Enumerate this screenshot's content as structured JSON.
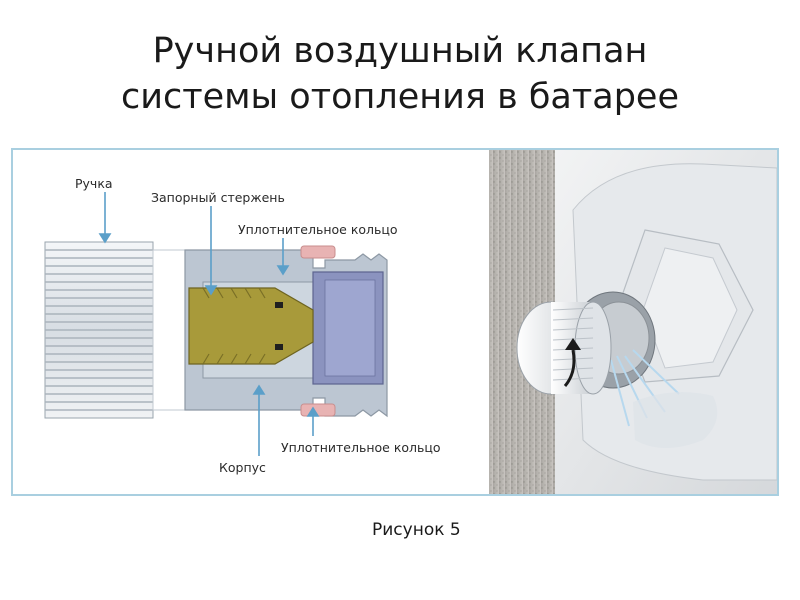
{
  "title": {
    "line1": "Ручной воздушный клапан",
    "line2": "системы отопления в батарее"
  },
  "diagram": {
    "labels": {
      "handle": "Ручка",
      "locking_rod": "Запорный стержень",
      "seal_ring_top": "Уплотнительное кольцо",
      "seal_ring_bottom": "Уплотнительное кольцо",
      "body": "Корпус"
    }
  },
  "caption": "Рисунок 5",
  "colors": {
    "frame_border": "#a9cfe0",
    "housing": "#bcc6d2",
    "rod": "#a89a3a",
    "seal": "#e8b3b3",
    "arrow": "#5b9fc9"
  }
}
